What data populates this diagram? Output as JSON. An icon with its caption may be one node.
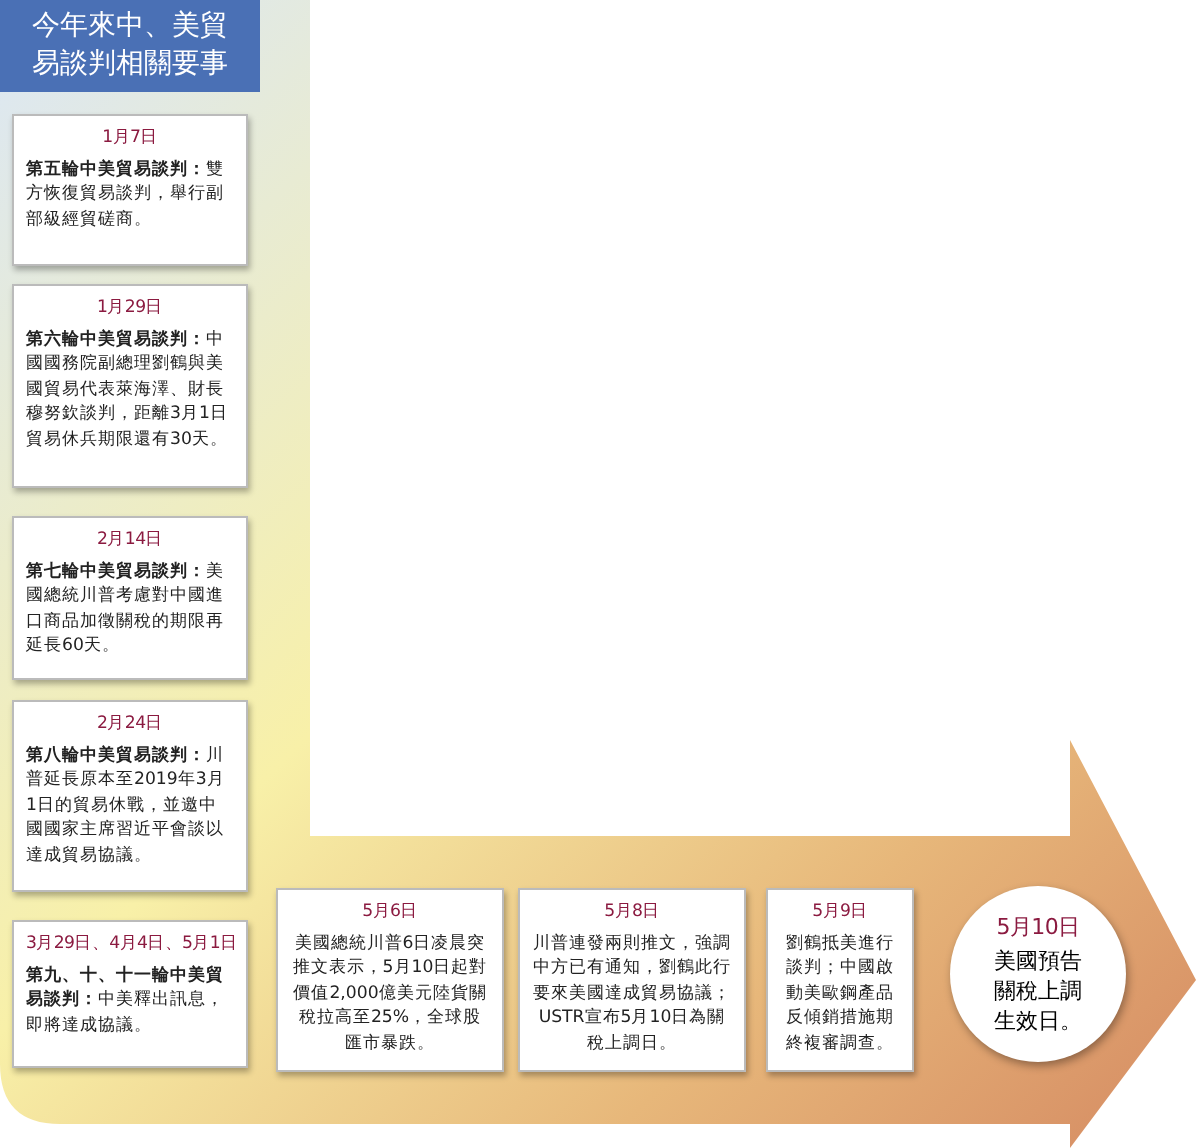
{
  "diagram": {
    "title": "今年來中、美貿易談判相關要事",
    "nodes": [
      {
        "text": [
          "1月7日",
          "**第五輪中美貿易談判：**雙方恢復貿易談判，舉行副部級經貿磋商。"
        ]
      },
      {
        "text": [
          "1月29日",
          "**第六輪中美貿易談判：**中國國務院副總理劉鶴與美國貿易代表萊海澤、財長穆努欽談判，距離3月1日貿易休兵期限還有30天。"
        ]
      },
      {
        "text": [
          "2月14日",
          "**第七輪中美貿易談判：**美國總統川普考慮對中國進口商品加徵關稅的期限再延長60天。"
        ]
      },
      {
        "text": [
          "2月24日",
          "**第八輪中美貿易談判：**川普延長原本至2019年3月1日的貿易休戰，並邀中國國家主席習近平會談以達成貿易協議。"
        ]
      },
      {
        "text": [
          "3月29日、4月4日、5月1日",
          "**第九、十、十一輪中美貿易談判：**中美釋出訊息，即將達成協議。"
        ]
      },
      {
        "text": [
          "5月6日",
          "美國總統川普6日凌晨突推文表示，5月10日起對價值2,000億美元陸貨關稅拉高至25%，全球股匯市暴跌。"
        ]
      },
      {
        "text": [
          "5月8日",
          "川普連發兩則推文，強調中方已有通知，劉鶴此行要來美國達成貿易協議；USTR宣布5月10日為關稅上調日。"
        ]
      },
      {
        "text": [
          "5月9日",
          "劉鶴抵美進行談判；中國啟動美歐鋼產品反傾銷措施期終複審調查。"
        ]
      },
      {
        "text": [
          "5月10日",
          "美國預告關稅上調生效日。"
        ]
      }
    ],
    "edges": []
  }
}
